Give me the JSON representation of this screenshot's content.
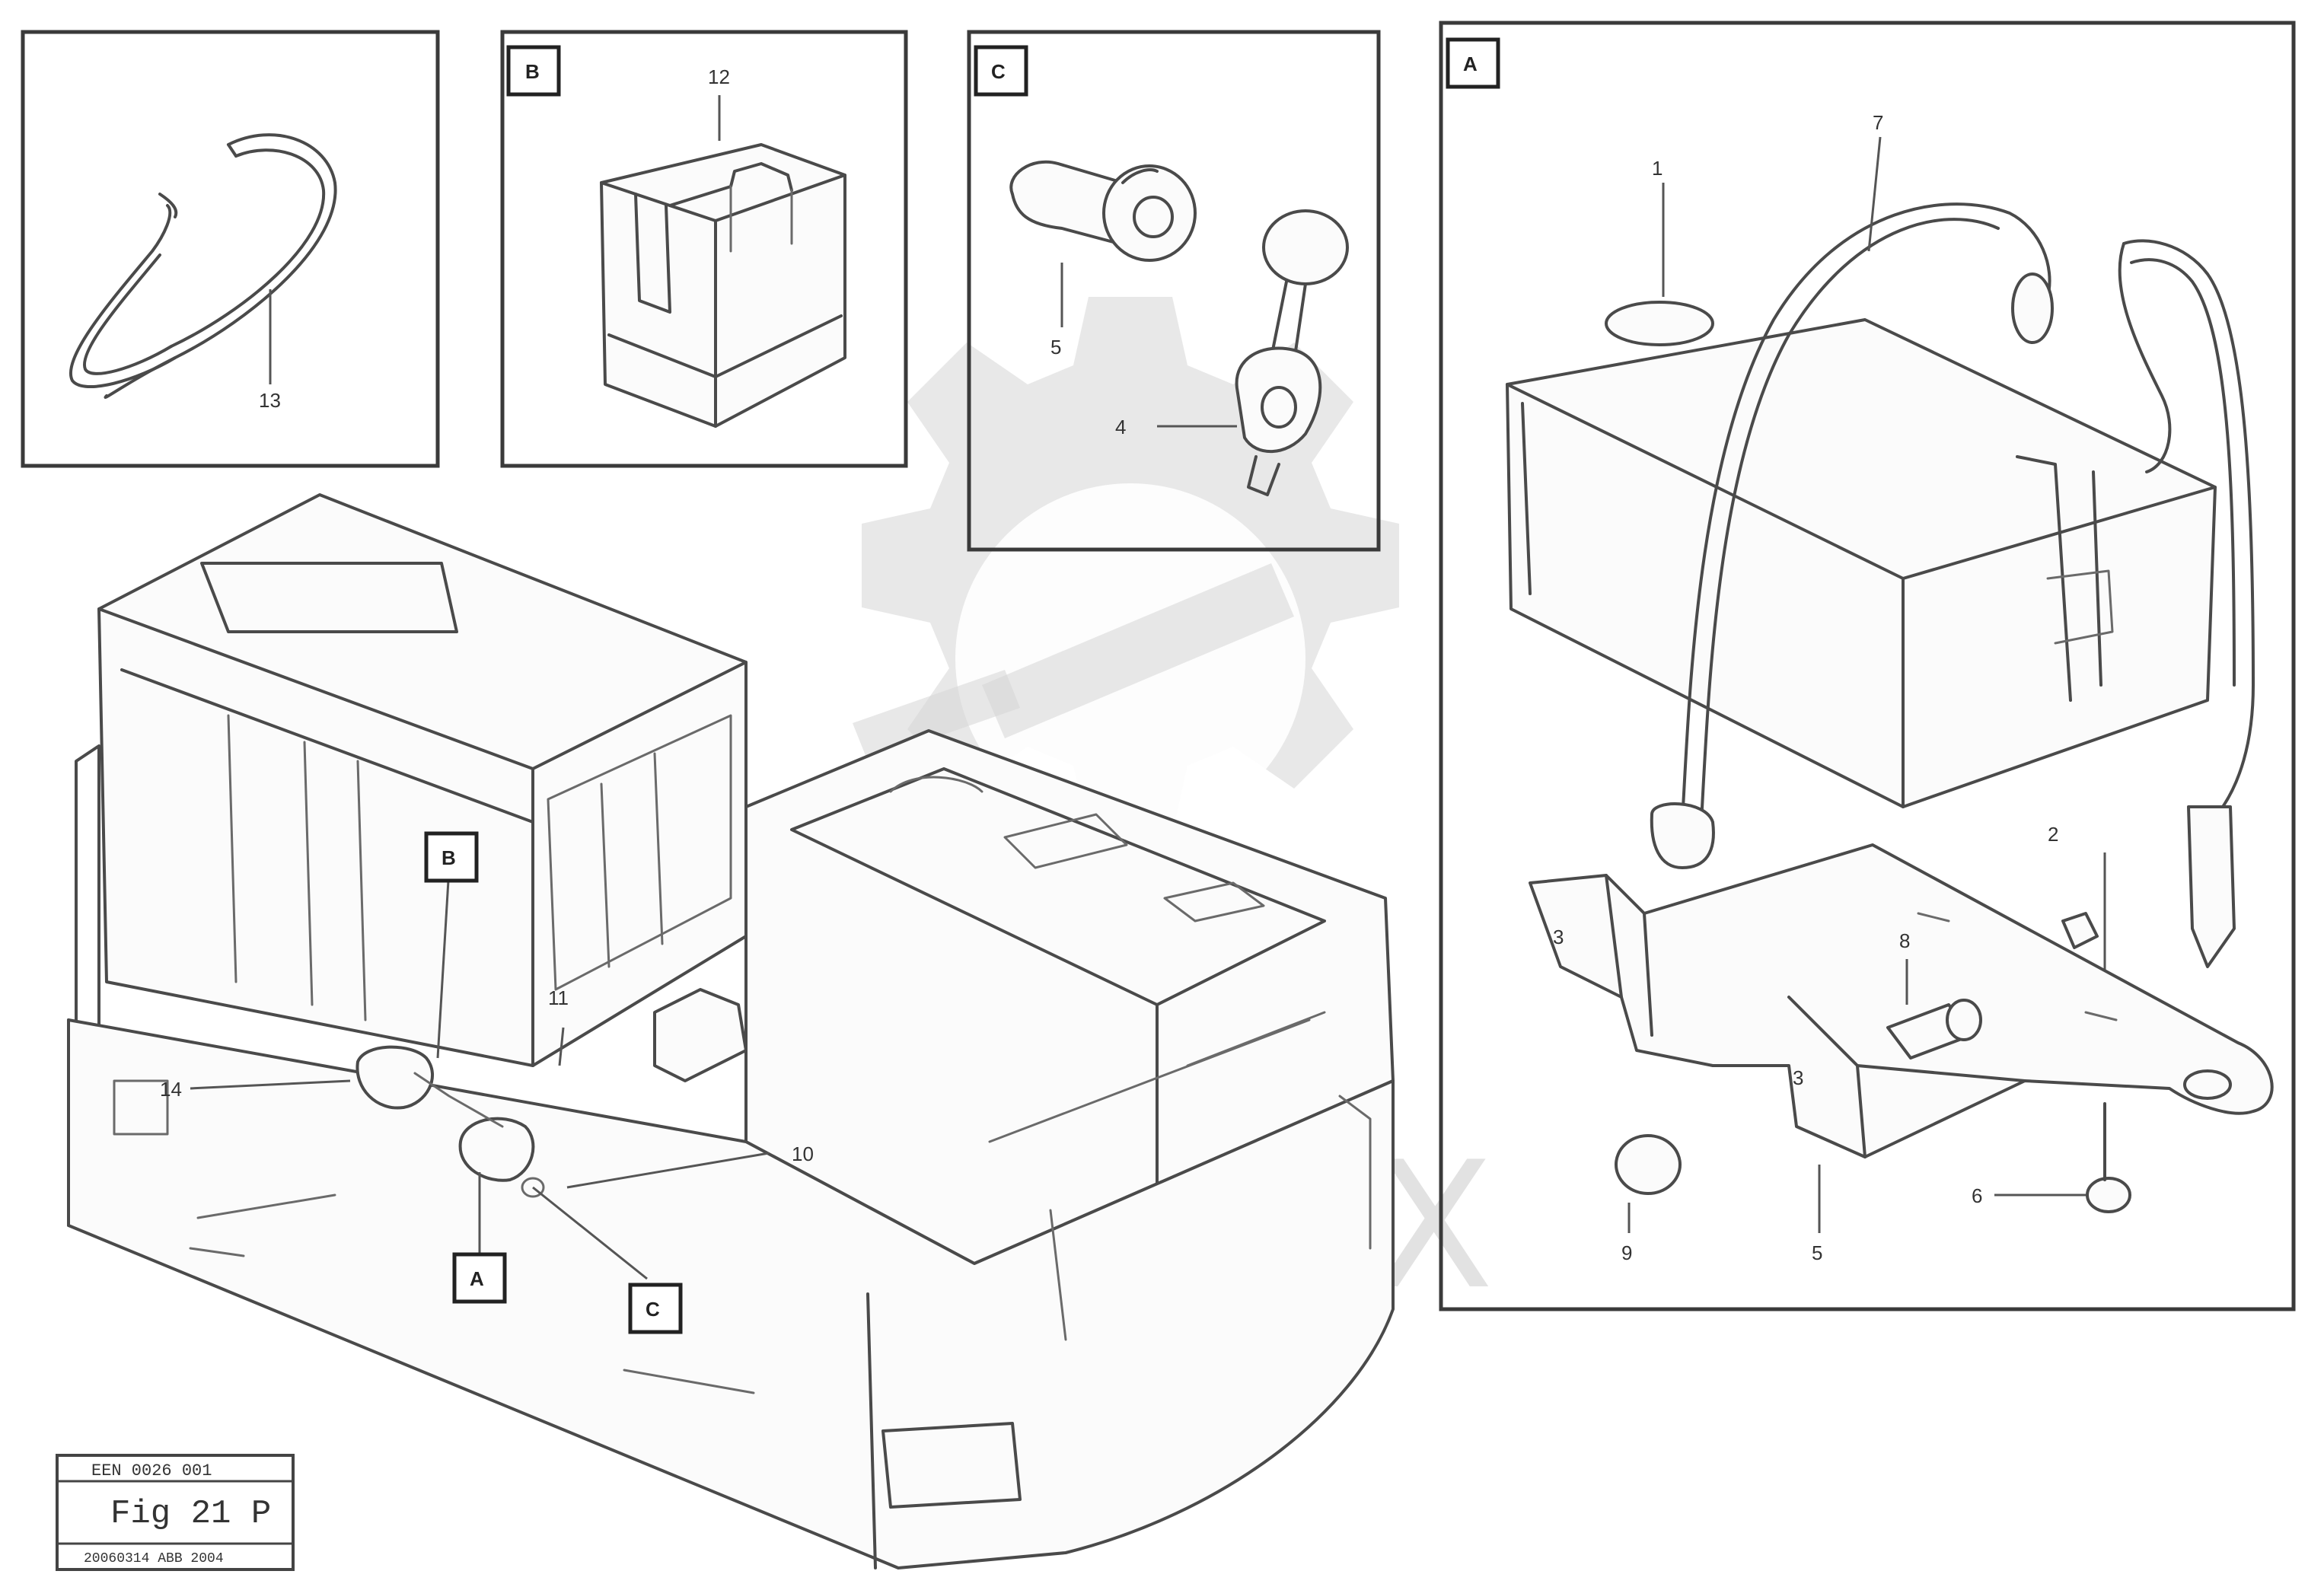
{
  "panels": {
    "ring": {
      "callout": "13"
    },
    "box_b": {
      "tag": "B",
      "callout": "12"
    },
    "box_c": {
      "tag": "C",
      "callouts": [
        "5",
        "4"
      ]
    },
    "box_a": {
      "tag": "A",
      "callouts": [
        "1",
        "7",
        "2",
        "3",
        "8",
        "9",
        "6",
        "5"
      ]
    }
  },
  "main": {
    "callouts": [
      "14",
      "11",
      "10"
    ],
    "tags": [
      "B",
      "A",
      "C"
    ]
  },
  "stamp": {
    "line1": "EEN 0026 001",
    "line2": "Fig 21 P",
    "line3": "20060314 ABB 2004"
  },
  "watermark": {
    "text": "ИНТЕХ"
  }
}
